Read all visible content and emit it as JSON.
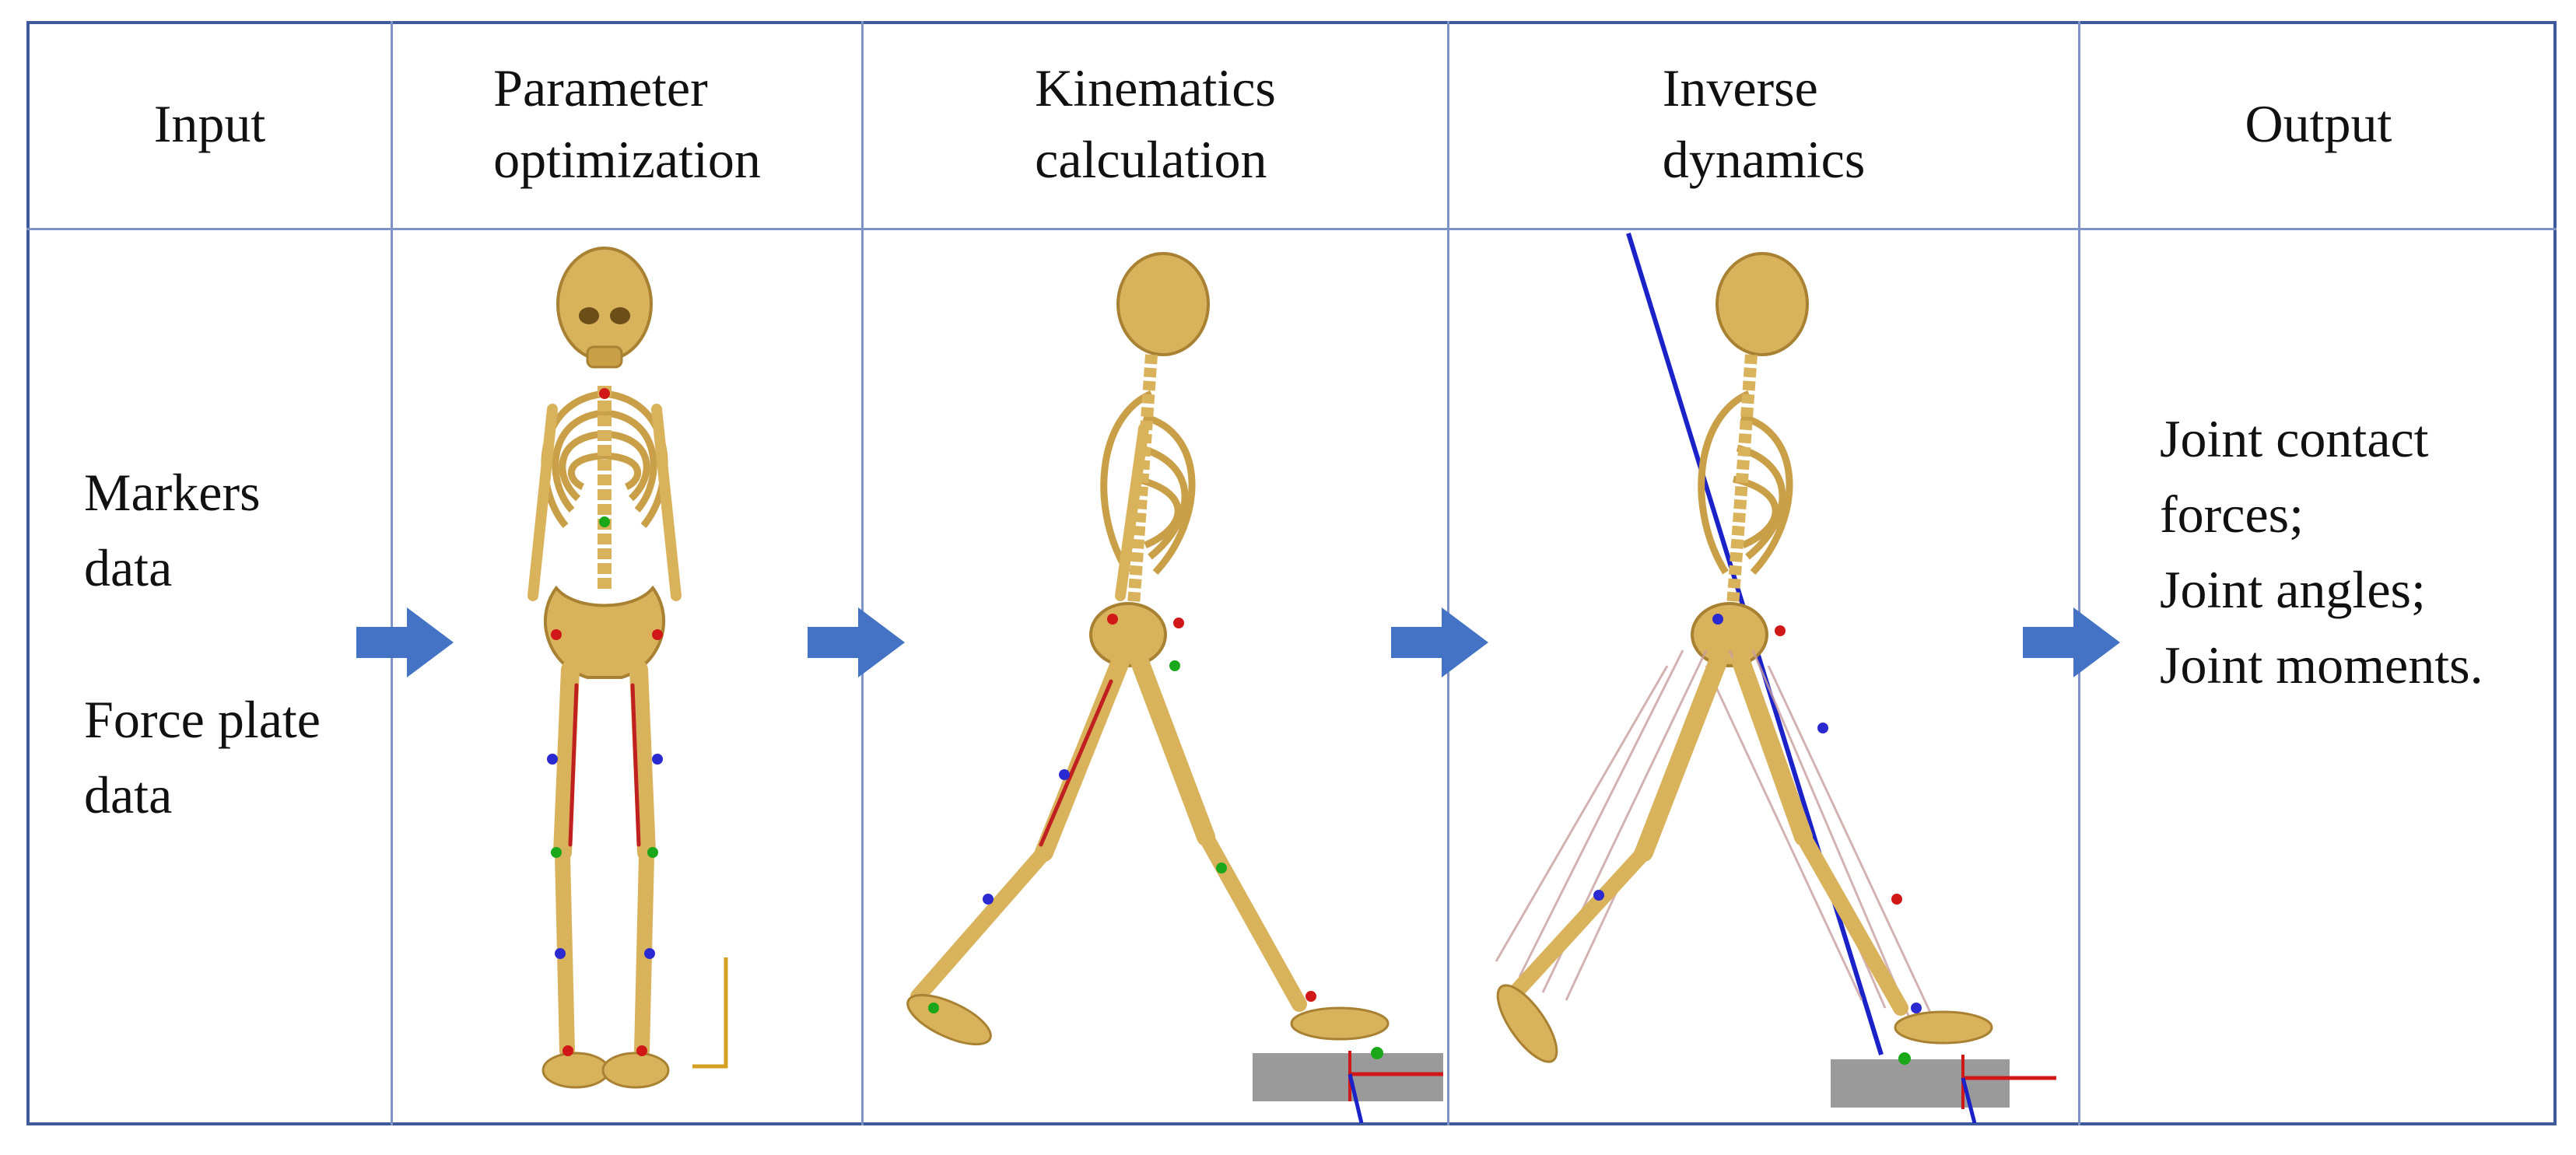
{
  "stages": [
    {
      "id": "input",
      "lines": [
        "Input"
      ]
    },
    {
      "id": "parameter-optimization",
      "lines": [
        "Parameter",
        "optimization"
      ]
    },
    {
      "id": "kinematics-calculation",
      "lines": [
        "Kinematics",
        "calculation"
      ]
    },
    {
      "id": "inverse-dynamics",
      "lines": [
        "Inverse",
        "dynamics"
      ]
    },
    {
      "id": "output",
      "lines": [
        "Output"
      ]
    }
  ],
  "input": {
    "markers": [
      "Markers",
      "data"
    ],
    "force_plate": [
      "Force plate",
      "data"
    ]
  },
  "output": {
    "lines": [
      "Joint contact",
      "forces;",
      "Joint angles;",
      "Joint moments."
    ]
  },
  "colors": {
    "frame": "#3f5a9c",
    "grid": "#7e94c6",
    "arrow": "#4472c4",
    "bone": "#d9b25c",
    "bone_dark": "#a88232",
    "force_plate": "#9a9a9a",
    "force_vector": "#1a22c8",
    "marker_red": "#d01818",
    "marker_green": "#1aa81a",
    "marker_blue": "#2a2ad0",
    "muscle": "#c9a0a0"
  }
}
